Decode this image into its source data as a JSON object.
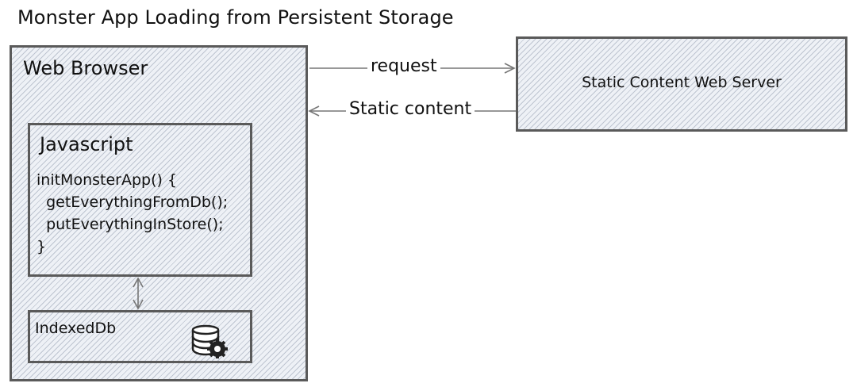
{
  "title": "Monster App Loading from Persistent Storage",
  "browser": {
    "label": "Web Browser"
  },
  "javascript": {
    "label": "Javascript",
    "code": "initMonsterApp() {\n  getEverythingFromDb();\n  putEverythingInStore();\n}"
  },
  "indexeddb": {
    "label": "IndexedDb",
    "icon": "database-gear-icon"
  },
  "server": {
    "label": "Static Content Web Server"
  },
  "connections": {
    "request_label": "request",
    "response_label": "Static content"
  },
  "colors": {
    "border": "#5a5a5a",
    "fill": "#eef1f6",
    "arrow": "#777777"
  }
}
